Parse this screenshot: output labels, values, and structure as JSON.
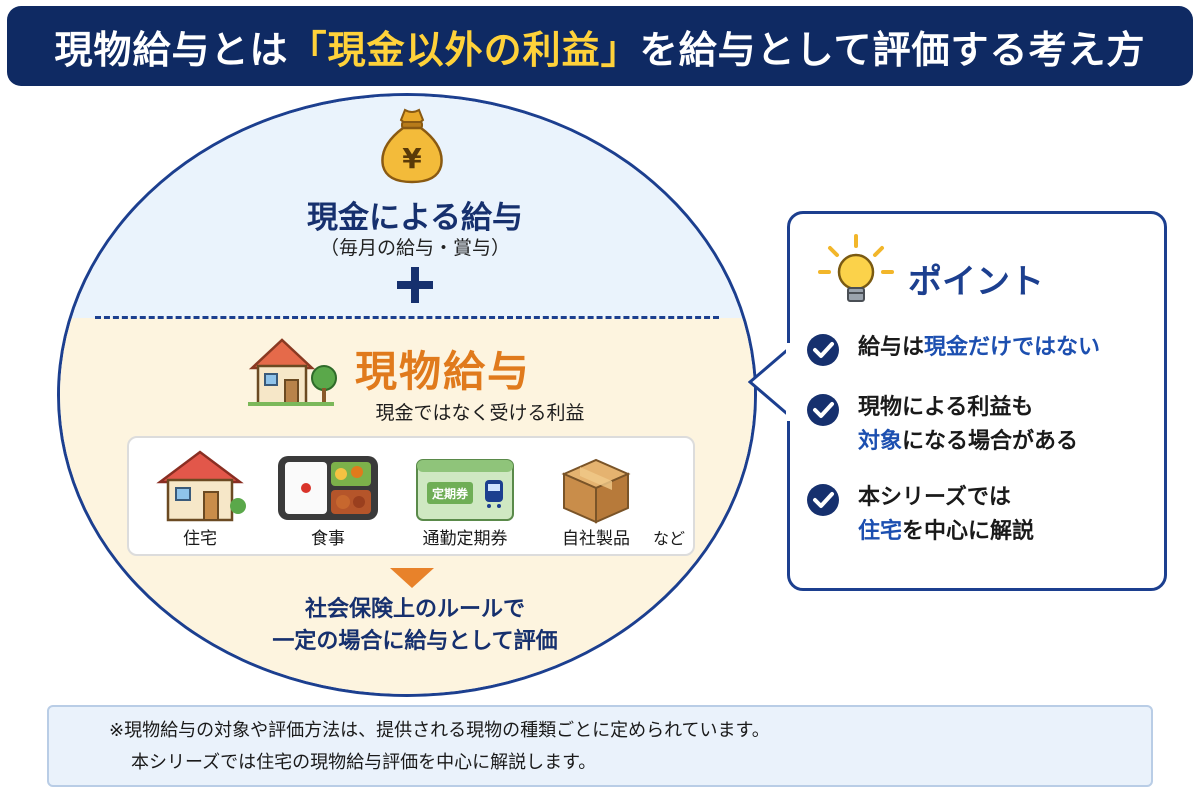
{
  "banner": {
    "before": "現物給与とは",
    "highlight": "「現金以外の利益」",
    "after": "を給与として評価する考え方"
  },
  "cash": {
    "icon": "yen-moneybag-icon",
    "title": "現金による給与",
    "subtitle": "（毎月の給与・賞与）"
  },
  "in_kind": {
    "title": "現物給与",
    "subtitle": "現金ではなく受ける利益",
    "items": [
      {
        "label": "住宅",
        "icon": "house-icon"
      },
      {
        "label": "食事",
        "icon": "bento-icon"
      },
      {
        "label": "通勤定期券",
        "icon": "commuter-pass-icon",
        "card_text": "定期券"
      },
      {
        "label": "自社製品",
        "icon": "cardboard-box-icon"
      }
    ],
    "etc": "など",
    "result_line1": "社会保険上のルールで",
    "result_line2": "一定の場合に給与として評価"
  },
  "point": {
    "title": "ポイント",
    "items": [
      {
        "line1_a": "給与は",
        "line1_b": "現金だけではない",
        "line2_a": "",
        "line2_b": ""
      },
      {
        "line1_a": "現物による利益も",
        "line1_b": "",
        "line2_a": "対象",
        "line2_b": "になる場合がある"
      },
      {
        "line1_a": "本シリーズでは",
        "line1_b": "",
        "line2_a": "住宅",
        "line2_b": "を中心に解説"
      }
    ]
  },
  "note": {
    "line1": "※現物給与の対象や評価方法は、提供される現物の種類ごとに定められています。",
    "line2": "本シリーズでは住宅の現物給与評価を中心に解説します。"
  },
  "colors": {
    "navy": "#0f2a63",
    "highlight_yellow": "#ffd23a",
    "accent_orange": "#e07a1c",
    "accent_blue": "#1c4fb0"
  }
}
